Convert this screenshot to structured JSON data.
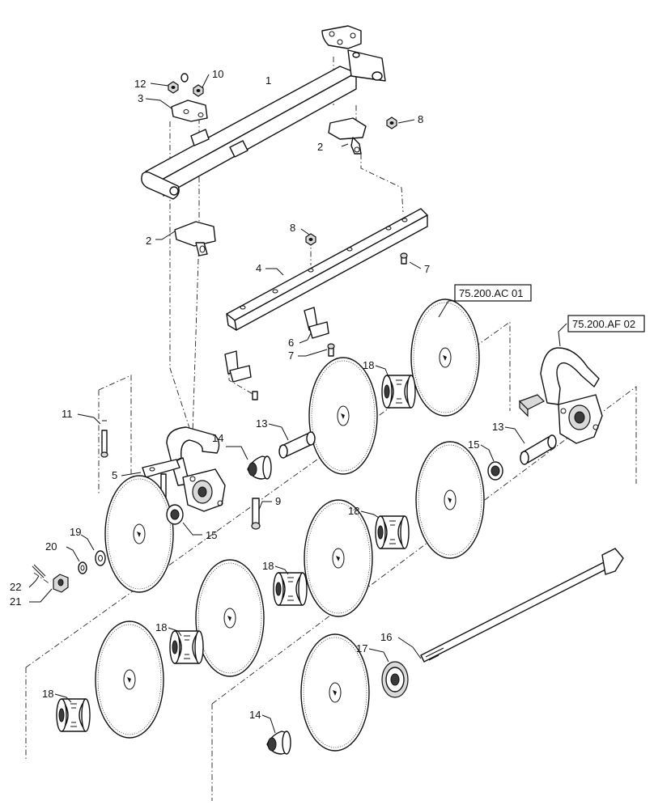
{
  "callouts": {
    "c1": "1",
    "c2a": "2",
    "c2b": "2",
    "c3": "3",
    "c4": "4",
    "c5": "5",
    "c6": "6",
    "c7a": "7",
    "c7b": "7",
    "c8a": "8",
    "c8b": "8",
    "c9": "9",
    "c10": "10",
    "c11": "11",
    "c12": "12",
    "c13a": "13",
    "c13b": "13",
    "c14a": "14",
    "c14b": "14",
    "c15a": "15",
    "c15b": "15",
    "c16": "16",
    "c17": "17",
    "c18a": "18",
    "c18b": "18",
    "c18c": "18",
    "c18d": "18",
    "c18e": "18",
    "c19": "19",
    "c20": "20",
    "c21": "21",
    "c22": "22"
  },
  "references": {
    "ref_ac": "75.200.AC 01",
    "ref_af": "75.200.AF 02"
  },
  "colors": {
    "line": "#111111",
    "fill": "#ffffff",
    "shade": "#d9d9d9"
  }
}
